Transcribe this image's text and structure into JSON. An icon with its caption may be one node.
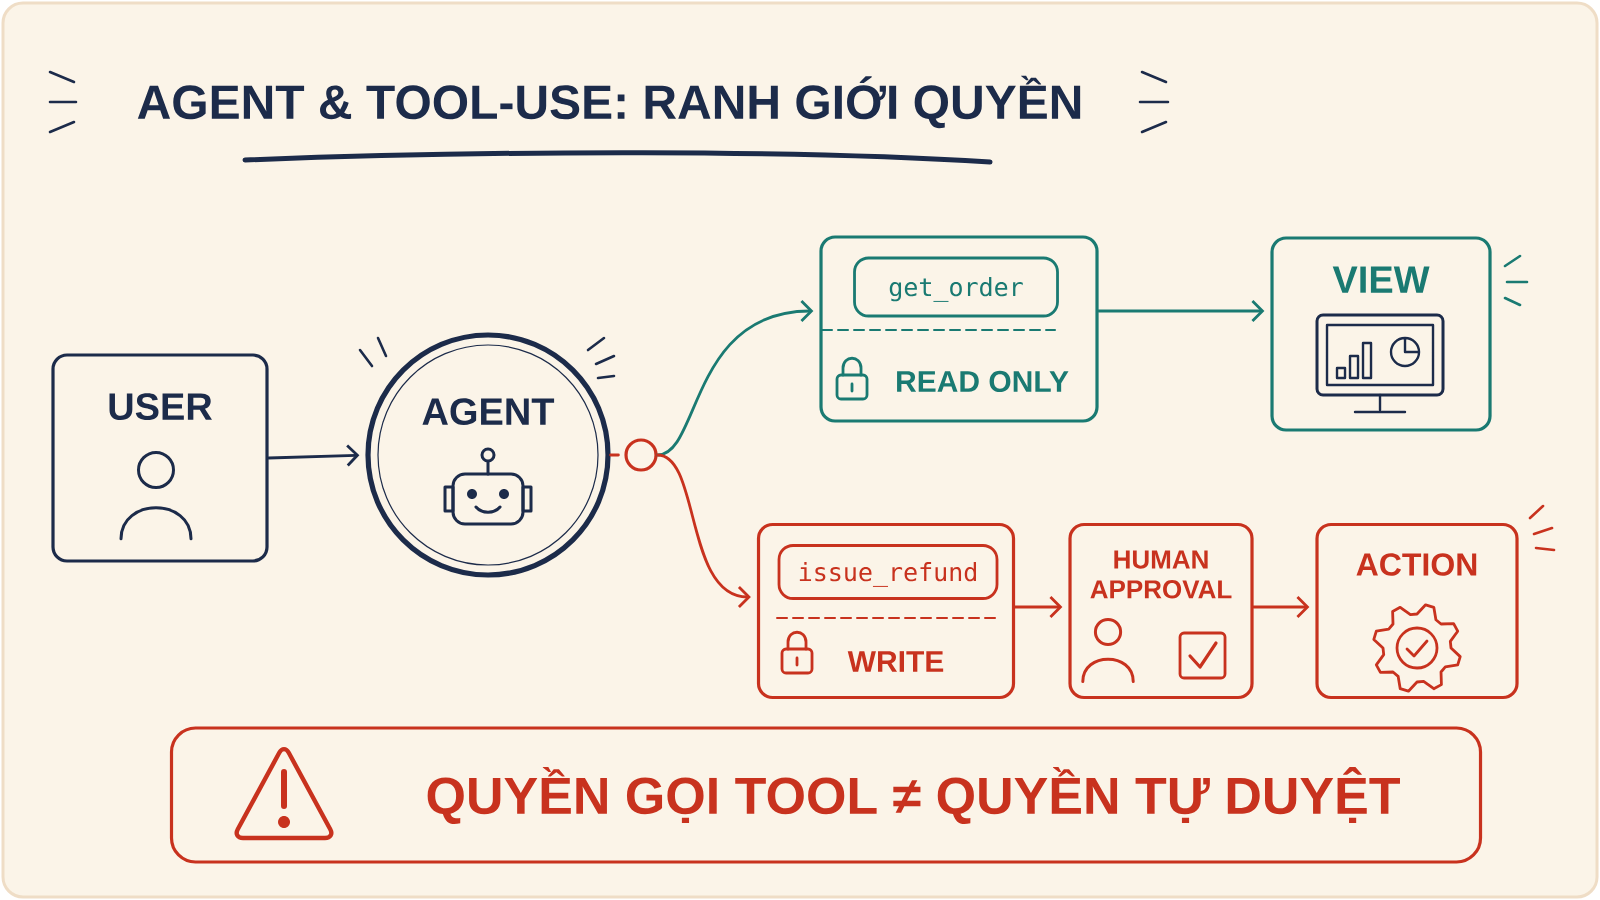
{
  "diagram": {
    "title": "AGENT & TOOL-USE: RANH GIỚI QUYỀN",
    "nodes": [
      {
        "text": [
          "USER"
        ]
      },
      {
        "text": [
          "AGENT"
        ]
      },
      {
        "text": [],
        "shape": "circle"
      },
      {
        "text": [
          "READ ONLY"
        ]
      },
      {
        "text": [
          "get_order"
        ],
        "in": 3
      },
      {
        "text": [
          "VIEW"
        ]
      },
      {
        "text": [
          "WRITE"
        ]
      },
      {
        "text": [
          "issue_refund"
        ],
        "in": 6
      },
      {
        "text": [
          "HUMAN APPROVAL"
        ]
      },
      {
        "text": [
          "ACTION"
        ]
      },
      {
        "text": [
          "QUYỀN GỌI TOOL ≠ QUYỀN TỰ DUYỆT"
        ]
      }
    ],
    "edges": [
      {
        "from": 0,
        "to": 1,
        "arrow": "to",
        "color": "#1c2b4a"
      },
      {
        "from": 1,
        "to": 2,
        "arrow": "none"
      },
      {
        "from": 2,
        "to": 3,
        "arrow": "to",
        "color": "#1a7a72"
      },
      {
        "from": 2,
        "to": 6,
        "arrow": "to"
      },
      {
        "from": 3,
        "to": 5,
        "arrow": "to",
        "color": "#1a7a72"
      },
      {
        "from": 6,
        "to": 8,
        "arrow": "to"
      },
      {
        "from": 8,
        "to": 9,
        "arrow": "to"
      }
    ]
  }
}
